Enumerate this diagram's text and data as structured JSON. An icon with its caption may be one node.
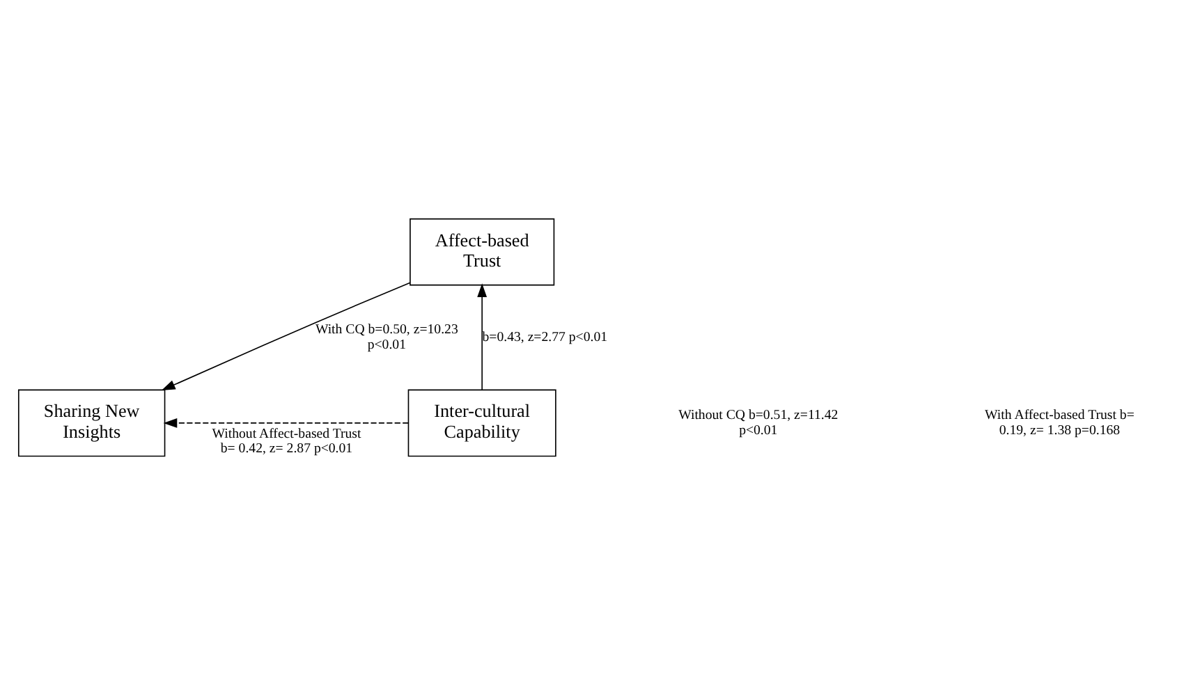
{
  "diagram": {
    "nodes": [
      {
        "text": [
          "Affect-based Trust"
        ]
      },
      {
        "text": [
          "Inter-cultural Capability"
        ]
      },
      {
        "text": [
          "Sharing New Insights"
        ]
      }
    ],
    "edges": [
      {
        "from": 1,
        "to": 0,
        "arrow": "to",
        "label": "b=0.43, z=2.77 p<0.01"
      },
      {
        "from": 0,
        "to": 2,
        "arrow": "to",
        "label": "With CQ b=0.50, z=10.23 p<0.01"
      },
      {
        "from": 1,
        "to": 2,
        "arrow": "to",
        "style": "dashed",
        "label": "Without Affect-based Trust b= 0.42, z= 2.87 p<0.01"
      }
    ],
    "labels": [
      "Without CQ b=0.51, z=11.42 p<0.01",
      "With Affect-based Trust b= 0.19, z= 1.38 p=0.168"
    ]
  }
}
